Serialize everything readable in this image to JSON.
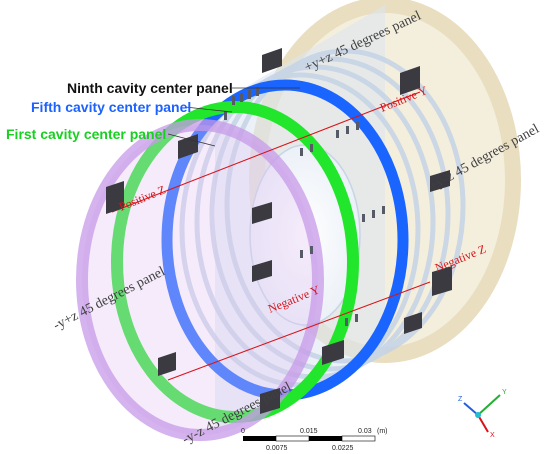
{
  "colors": {
    "ring_first": "#22e62c",
    "ring_fifth": "#1a64ff",
    "ring_ninth": "#b9cce4",
    "outer_tan": "#e6d9b6",
    "outer_purple": "#b77fe0",
    "axis_red": "#d8141a",
    "callout_green": "#18d020",
    "callout_blue": "#1b62ff",
    "callout_black": "#111111",
    "panel_text": "#404040"
  },
  "callouts": {
    "ninth": "Ninth cavity center panel",
    "fifth": "Fifth cavity center panel",
    "first": "First cavity center panel"
  },
  "axis_labels": {
    "positive_y": "Positive Y",
    "positive_z": "Positive Z",
    "negative_y": "Negative Y",
    "negative_z": "Negative Z"
  },
  "panel_labels": {
    "pypz": "+y+z 45 degrees panel",
    "pymz": "+y-z 45 degrees panel",
    "mypz": "-y+z 45 degrees panel",
    "mymz": "-y-z 45 degrees panel"
  },
  "scale_bar": {
    "top_ticks": [
      "0",
      "0.015",
      "0.03"
    ],
    "unit": "(m)",
    "bottom_ticks": [
      "0.0075",
      "0.0225"
    ]
  },
  "triad": {
    "x": "X",
    "y": "Y",
    "z": "Z"
  }
}
